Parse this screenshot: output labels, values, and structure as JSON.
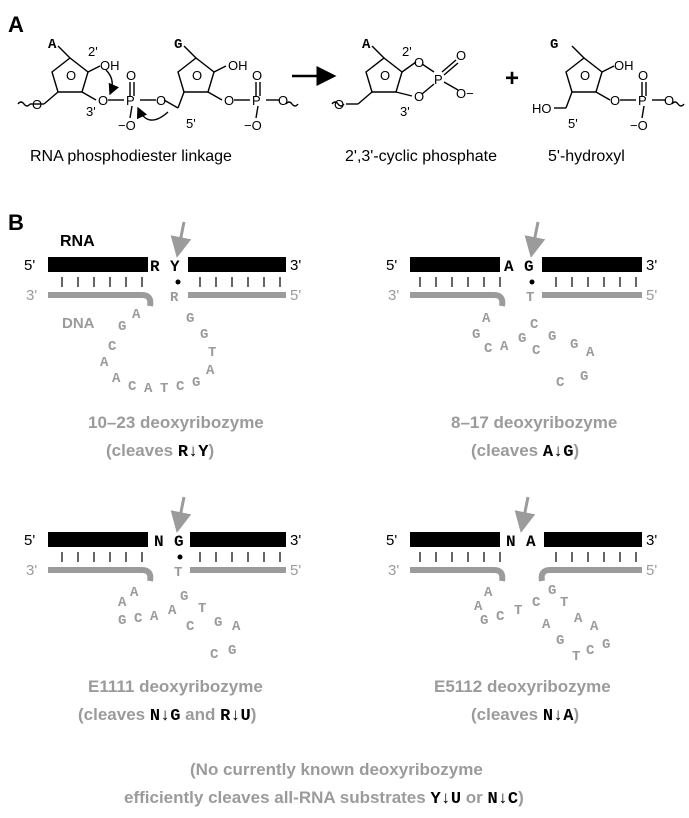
{
  "panelA": {
    "label": "A",
    "reactant_caption": "RNA phosphodiester linkage",
    "product1_caption": "2',3'-cyclic phosphate",
    "product2_caption": "5'-hydroxyl",
    "plus": "+",
    "atoms": {
      "base_A": "A",
      "base_G": "G",
      "two_prime": "2'",
      "three_prime": "3'",
      "five_prime": "5'",
      "O": "O",
      "OH": "OH",
      "HO": "HO",
      "P": "P",
      "Ominus": "−O",
      "Ominus_r": "O−"
    }
  },
  "panelB": {
    "label": "B",
    "rna_label": "RNA",
    "dna_label": "DNA",
    "end5": "5'",
    "end3": "3'",
    "enzymes": [
      {
        "name": "10–23 deoxyribozyme",
        "cleaves_prefix": "(cleaves ",
        "site": "R↓Y",
        "suffix": ")",
        "left_nt": "R",
        "right_nt": "Y",
        "pair_nt": "R"
      },
      {
        "name": "8–17 deoxyribozyme",
        "cleaves_prefix": "(cleaves ",
        "site": "A↓G",
        "suffix": ")",
        "left_nt": "A",
        "right_nt": "G",
        "pair_nt": "T"
      },
      {
        "name": "E1111 deoxyribozyme",
        "cleaves_prefix": "(cleaves ",
        "site": "N↓G",
        "mid": " and ",
        "site2": "R↓U",
        "suffix": ")",
        "left_nt": "N",
        "right_nt": "G",
        "pair_nt": "T"
      },
      {
        "name": "E5112 deoxyribozyme",
        "cleaves_prefix": "(cleaves ",
        "site": "N↓A",
        "suffix": ")",
        "left_nt": "N",
        "right_nt": "A"
      }
    ],
    "footnote_line1": "(No currently known deoxyribozyme",
    "footnote_line2_prefix": "efficiently cleaves all-RNA substrates ",
    "footnote_site1": "Y↓U",
    "footnote_or": " or ",
    "footnote_site2": "N↓C",
    "footnote_suffix": ")"
  },
  "colors": {
    "strand": "#000000",
    "dna": "#9b9b9b"
  }
}
